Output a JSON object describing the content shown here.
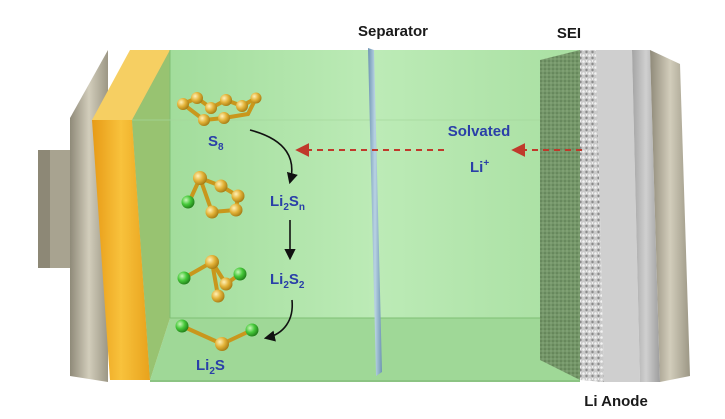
{
  "labels": {
    "separator": "Separator",
    "sei": "SEI",
    "anode": "Li Anode",
    "solvated": "Solvated",
    "li_ion_base": "Li",
    "li_ion_sup": "+"
  },
  "species": {
    "s8": {
      "base": "S",
      "sub": "8"
    },
    "li2sn": {
      "a": "Li",
      "a_sub": "2",
      "b": "S",
      "b_sub": "n"
    },
    "li2s2": {
      "a": "Li",
      "a_sub": "2",
      "b": "S",
      "b_sub": "2"
    },
    "li2s": {
      "a": "Li",
      "a_sub": "2",
      "b": "S"
    }
  },
  "colors": {
    "electrolyte": "#b7ecb3",
    "cathode_collector": "#f3ad24",
    "casing": "#bdb8a6",
    "anode": "#b9b9b9",
    "separator": "#8fb2c9",
    "sulfur_atom": "#e4b43a",
    "lithium_atom": "#46c93a",
    "arrow_dashed": "#c0392b",
    "label_blue": "#2a3fa8"
  }
}
